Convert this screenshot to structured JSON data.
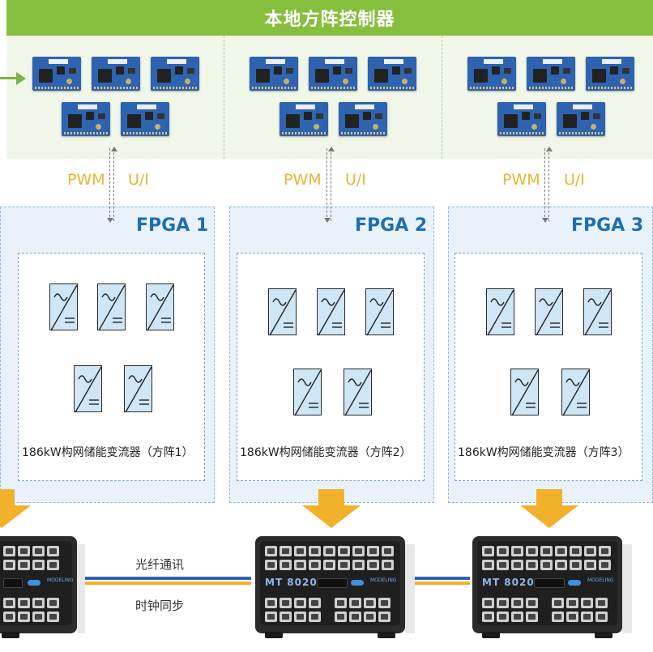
{
  "header": {
    "title": "本地方阵控制器"
  },
  "signals": {
    "pwm": "PWM",
    "ui": "U/I"
  },
  "fpga_panels": [
    {
      "title": "FPGA 1",
      "array_label": "186kW构网储能变流器（方阵1）"
    },
    {
      "title": "FPGA 2",
      "array_label": "186kW构网储能变流器（方阵2）"
    },
    {
      "title": "FPGA 3",
      "array_label": "186kW构网储能变流器（方阵3）"
    }
  ],
  "links": {
    "fiber": "光纤通讯",
    "clock": "时钟同步"
  },
  "devices": {
    "model": "MT 8020"
  },
  "colors": {
    "header_green": "#86bf3e",
    "controller_bg": "#f1f7e8",
    "fpga_blue": "#1d6fb3",
    "panel_bg": "#e9f2fa",
    "arrow_yellow": "#f2b12b",
    "fiber_blue": "#2d63b0"
  }
}
